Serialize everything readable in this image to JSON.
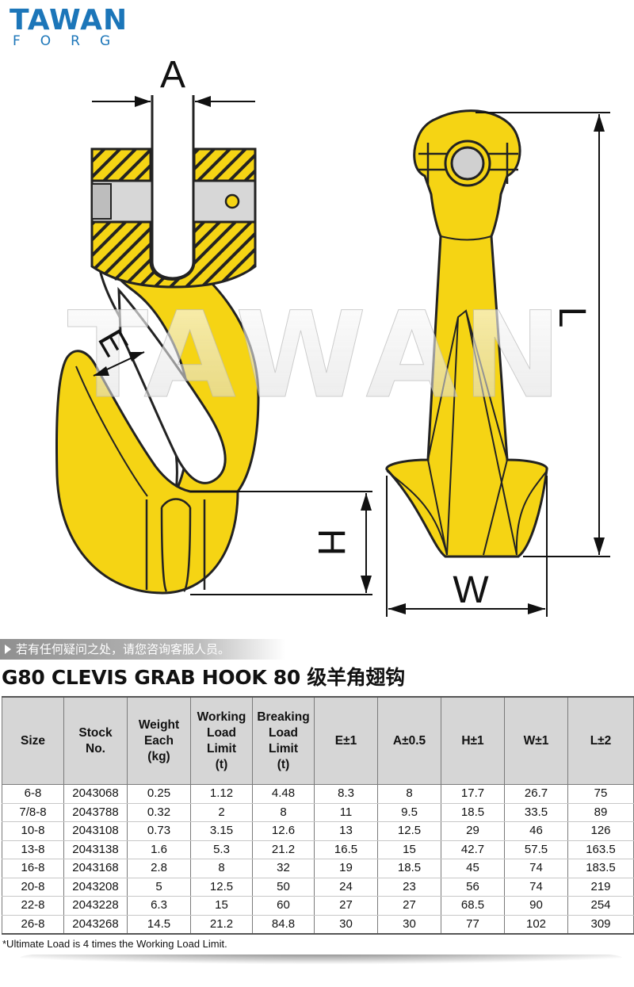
{
  "brand": {
    "name": "TAWAN",
    "sub": "FORG"
  },
  "watermark": "TAWAN",
  "dimension_labels": {
    "a": "A",
    "e": "E",
    "h": "H",
    "l": "L",
    "w": "W"
  },
  "notice": "若有任何疑问之处，请您咨询客服人员。",
  "title": "G80 CLEVIS GRAB HOOK 80 级羊角翅钩",
  "colors": {
    "hook_yellow": "#f5d414",
    "brand_blue": "#1c76b9",
    "header_gray": "#d6d6d6"
  },
  "table": {
    "headers": [
      [
        "Size"
      ],
      [
        "Stock",
        "No."
      ],
      [
        "Weight",
        "Each",
        "(kg)"
      ],
      [
        "Working",
        "Load",
        "Limit",
        "(t)"
      ],
      [
        "Breaking",
        "Load",
        "Limit",
        "(t)"
      ],
      [
        "E±1"
      ],
      [
        "A±0.5"
      ],
      [
        "H±1"
      ],
      [
        "W±1"
      ],
      [
        "L±2"
      ]
    ],
    "rows": [
      [
        "6-8",
        "2043068",
        "0.25",
        "1.12",
        "4.48",
        "8.3",
        "8",
        "17.7",
        "26.7",
        "75"
      ],
      [
        "7/8-8",
        "2043788",
        "0.32",
        "2",
        "8",
        "11",
        "9.5",
        "18.5",
        "33.5",
        "89"
      ],
      [
        "10-8",
        "2043108",
        "0.73",
        "3.15",
        "12.6",
        "13",
        "12.5",
        "29",
        "46",
        "126"
      ],
      [
        "13-8",
        "2043138",
        "1.6",
        "5.3",
        "21.2",
        "16.5",
        "15",
        "42.7",
        "57.5",
        "163.5"
      ],
      [
        "16-8",
        "2043168",
        "2.8",
        "8",
        "32",
        "19",
        "18.5",
        "45",
        "74",
        "183.5"
      ],
      [
        "20-8",
        "2043208",
        "5",
        "12.5",
        "50",
        "24",
        "23",
        "56",
        "74",
        "219"
      ],
      [
        "22-8",
        "2043228",
        "6.3",
        "15",
        "60",
        "27",
        "27",
        "68.5",
        "90",
        "254"
      ],
      [
        "26-8",
        "2043268",
        "14.5",
        "21.2",
        "84.8",
        "30",
        "30",
        "77",
        "102",
        "309"
      ]
    ]
  },
  "footnote": "*Ultimate Load is 4 times the Working Load Limit."
}
